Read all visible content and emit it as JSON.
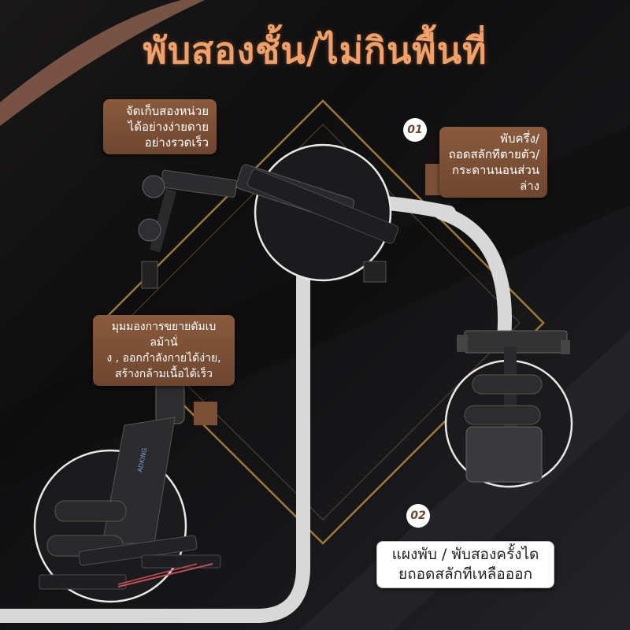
{
  "title": "พับสองชั้น/ไม่กินพื้นที่",
  "labels": {
    "storage": "จัดเก็บสองหน่วย\nได้อย่างง่ายดาย\nอย่างรวดเร็ว",
    "fold_top": "พับครึ่ง/\nถอดสลักทีตายตัว/\nกระดานนอนส่วนล่าง",
    "angle": "มุมมองการขยายดัมเบลม้านั่\nง , ออกกำลังกายได้ง่าย,\nสร้างกล้ามเนื้อได้เร็ว",
    "fold_bottom": "แผงพับ / พับสองครั้งได\nยถอดสลักทีเหลือออก"
  },
  "steps": {
    "one": "01",
    "two": "02"
  },
  "brand_text": "ADKING",
  "colors": {
    "title": "#f0a06a",
    "label_bg": "#7a4f36",
    "accent_gold": "#b88a3c",
    "path": "#d8d8d8"
  },
  "icons": [
    "bench-folded-icon",
    "bench-folded-side-icon",
    "bench-incline-icon"
  ]
}
